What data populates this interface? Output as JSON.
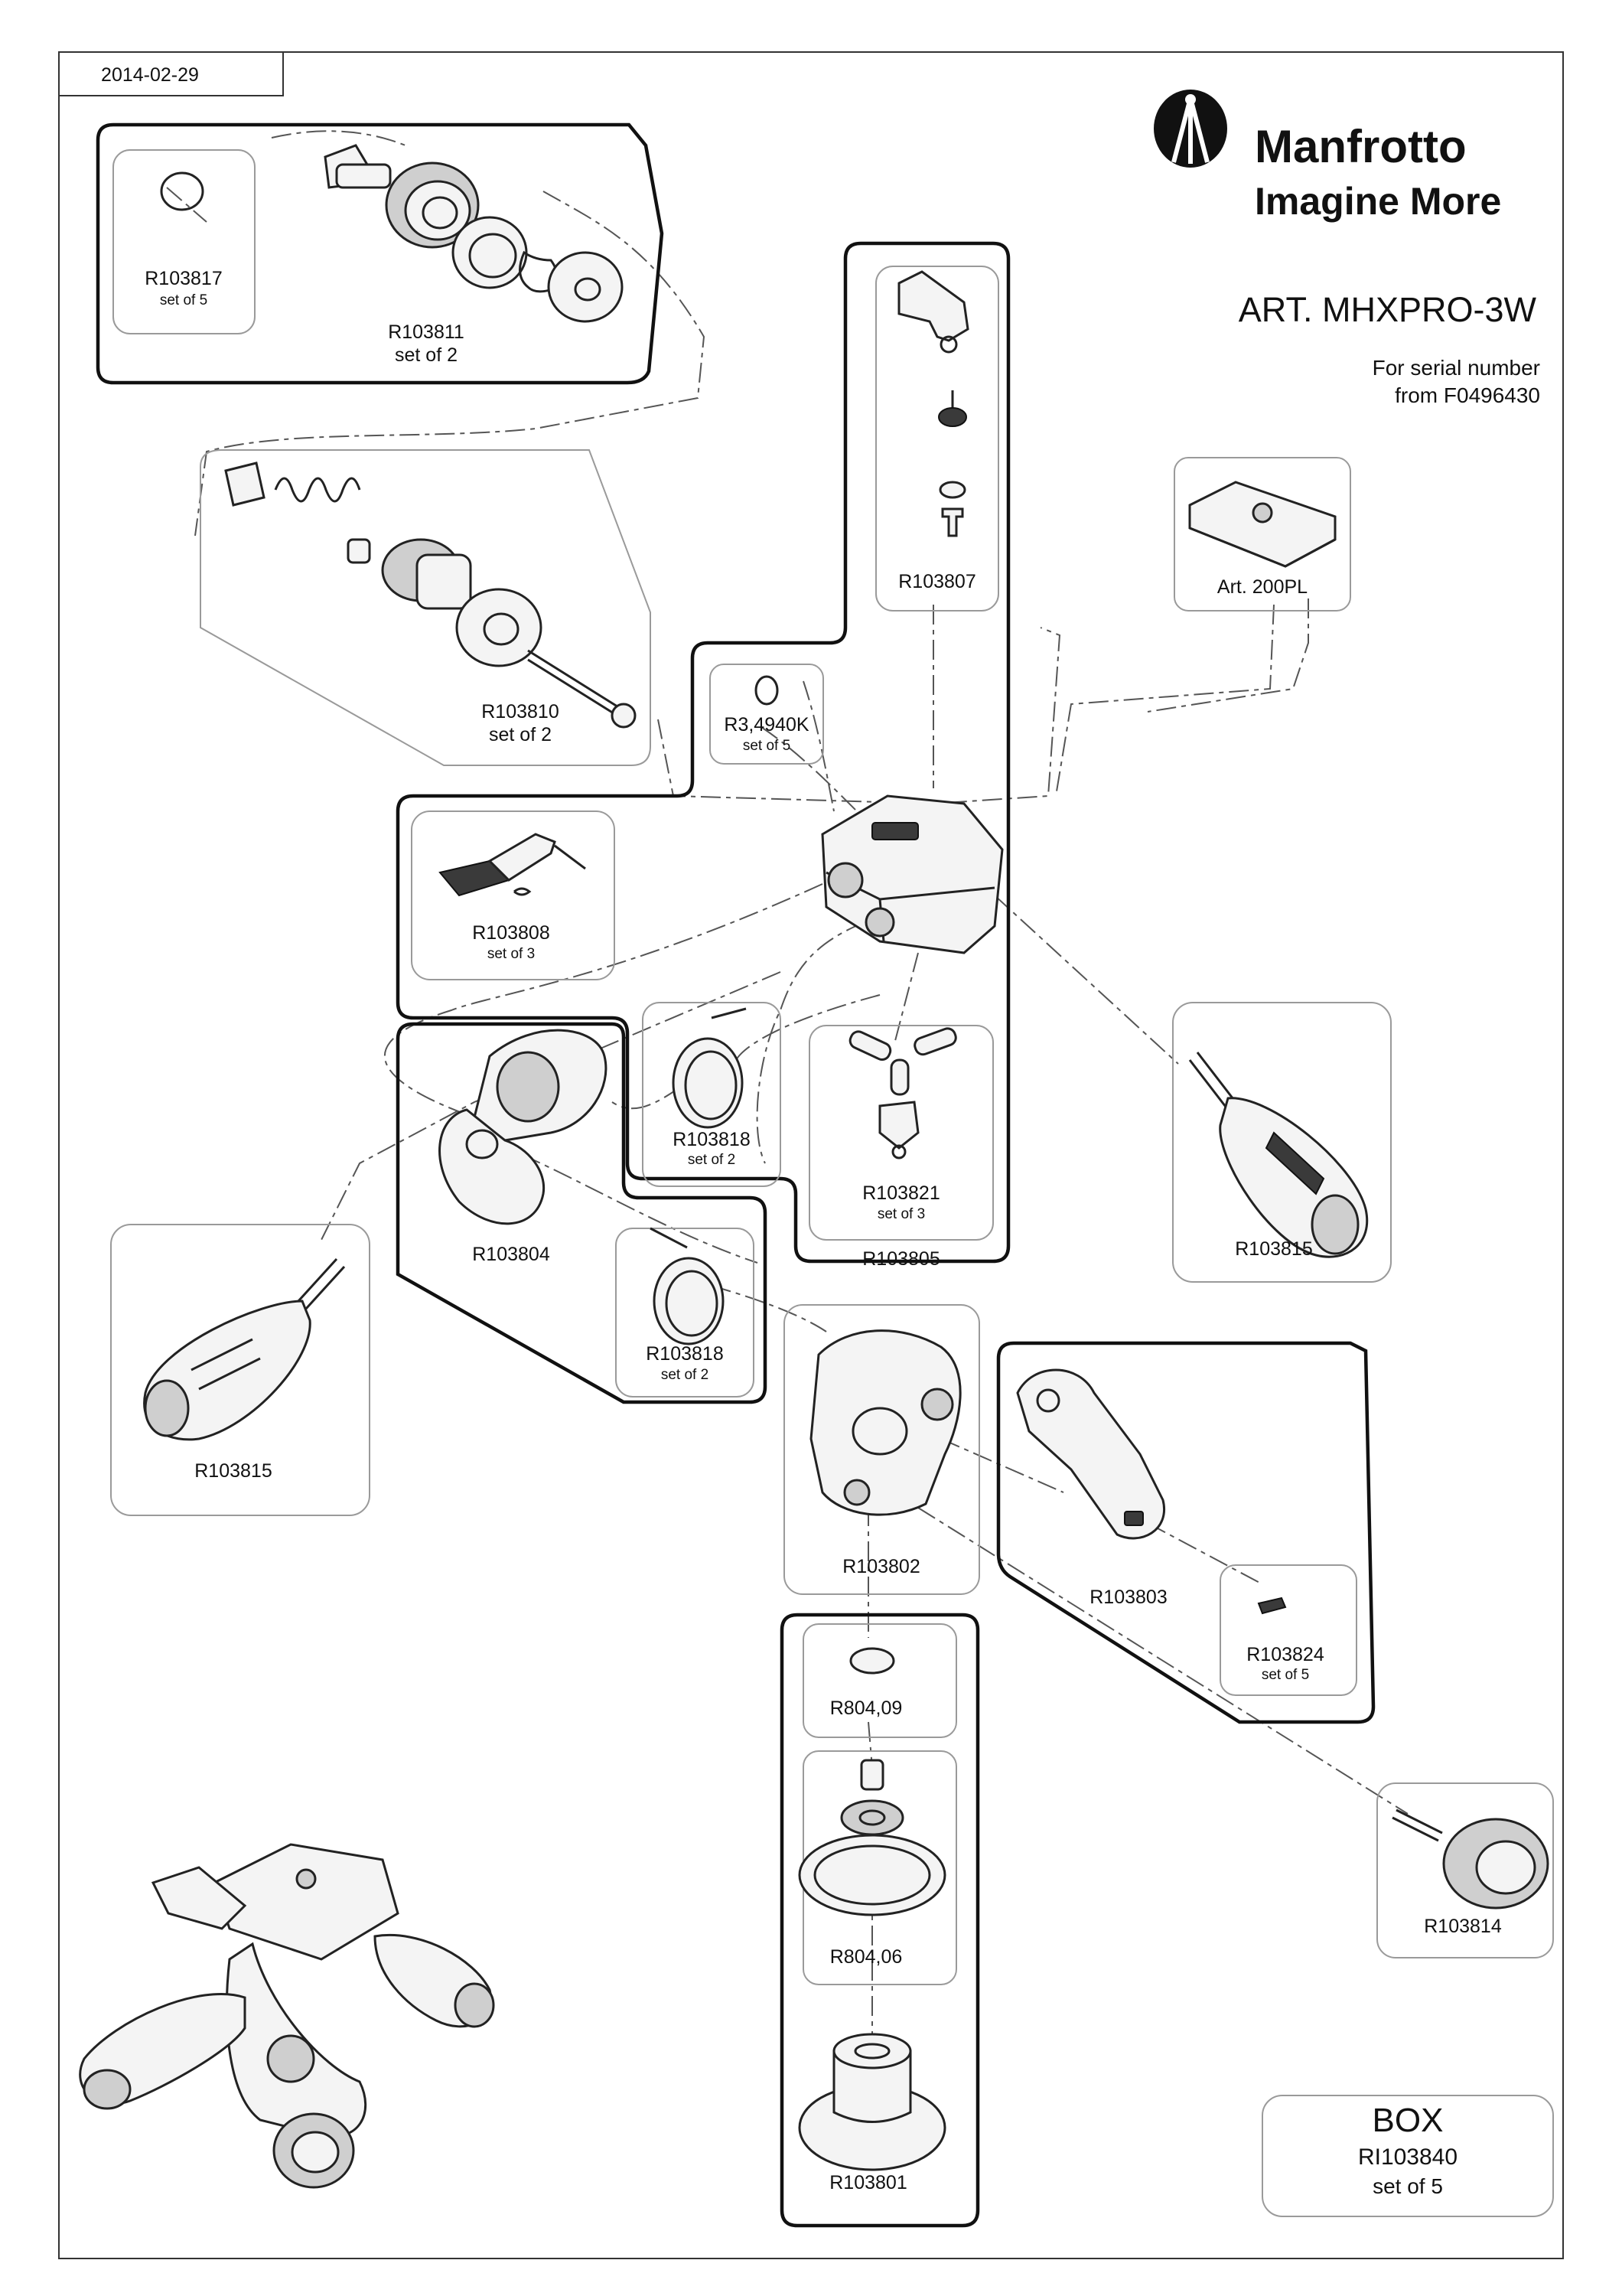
{
  "header": {
    "date": "2014-02-29",
    "brand": "Manfrotto",
    "tagline": "Imagine More",
    "article": "ART. MHXPRO-3W",
    "serial_line1": "For serial number",
    "serial_line2": "from F0496430"
  },
  "parts": {
    "r103817": {
      "code": "R103817",
      "qty": "set of 5"
    },
    "r103811": {
      "code": "R103811",
      "qty": "set of 2"
    },
    "r103810": {
      "code": "R103810",
      "qty": "set of 2"
    },
    "r103807": {
      "code": "R103807"
    },
    "art200pl": {
      "code": "Art. 200PL"
    },
    "r34940k": {
      "code": "R3,4940K",
      "qty": "set of 5"
    },
    "r103808": {
      "code": "R103808",
      "qty": "set of 3"
    },
    "r103818a": {
      "code": "R103818",
      "qty": "set of 2"
    },
    "r103821": {
      "code": "R103821",
      "qty": "set of 3"
    },
    "r103805": {
      "code": "R103805"
    },
    "r103815_right": {
      "code": "R103815"
    },
    "r103804": {
      "code": "R103804"
    },
    "r103818b": {
      "code": "R103818",
      "qty": "set of 2"
    },
    "r103815_left": {
      "code": "R103815"
    },
    "r103802": {
      "code": "R103802"
    },
    "r103803": {
      "code": "R103803"
    },
    "r103824": {
      "code": "R103824",
      "qty": "set of 5"
    },
    "r804_09": {
      "code": "R804,09"
    },
    "r804_06": {
      "code": "R804,06"
    },
    "r103814": {
      "code": "R103814"
    },
    "r103801": {
      "code": "R103801"
    }
  },
  "box": {
    "title": "BOX",
    "code": "RI103840",
    "qty": "set of 5"
  }
}
